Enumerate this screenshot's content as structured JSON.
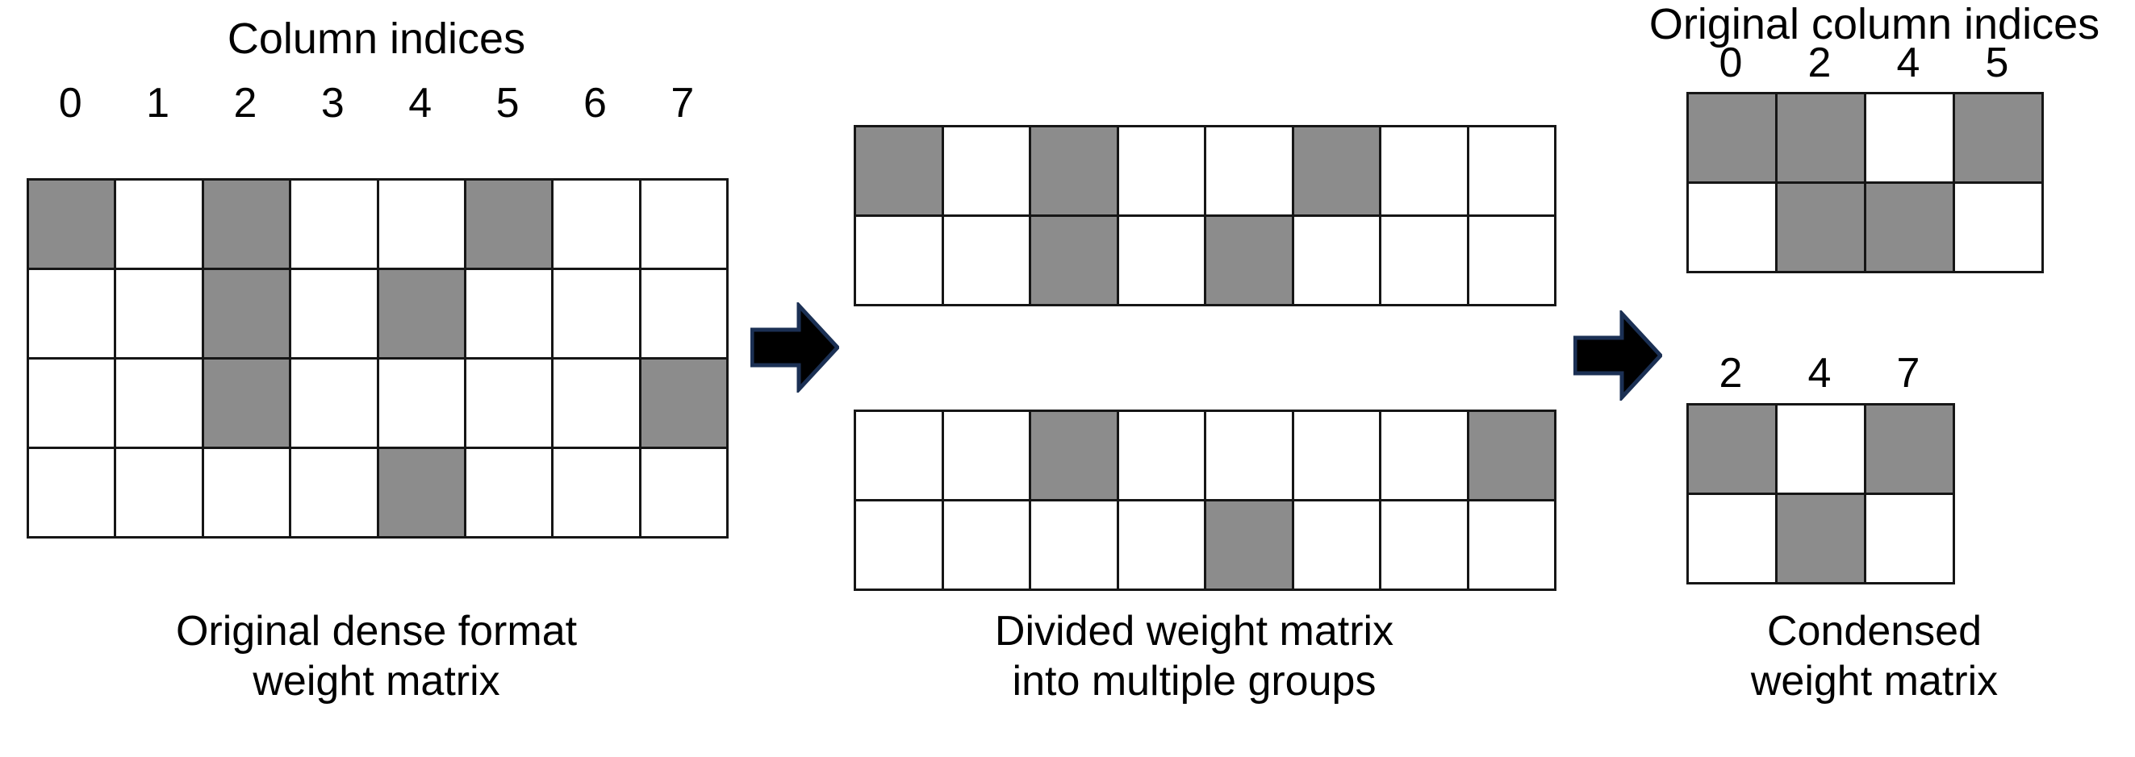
{
  "figure": {
    "background": "#ffffff",
    "shaded_color": "#8c8c8c",
    "empty_color": "#ffffff",
    "grid_line_color": "#161616",
    "arrow_fill": "#000000",
    "arrow_stroke": "#1b3054"
  },
  "left": {
    "title": "Column indices",
    "column_indices": [
      "0",
      "1",
      "2",
      "3",
      "4",
      "5",
      "6",
      "7"
    ],
    "caption_line1": "Original dense format",
    "caption_line2": "weight matrix",
    "matrix": {
      "rows": 4,
      "cols": 8,
      "shaded": [
        [
          1,
          0,
          1,
          0,
          0,
          1,
          0,
          0
        ],
        [
          0,
          0,
          1,
          0,
          1,
          0,
          0,
          0
        ],
        [
          0,
          0,
          1,
          0,
          0,
          0,
          0,
          1
        ],
        [
          0,
          0,
          0,
          0,
          1,
          0,
          0,
          0
        ]
      ]
    }
  },
  "middle": {
    "caption_line1": "Divided weight matrix",
    "caption_line2": "into multiple groups",
    "groups": [
      {
        "name": "group-1",
        "rows": 2,
        "cols": 8,
        "shaded": [
          [
            1,
            0,
            1,
            0,
            0,
            1,
            0,
            0
          ],
          [
            0,
            0,
            1,
            0,
            1,
            0,
            0,
            0
          ]
        ]
      },
      {
        "name": "group-2",
        "rows": 2,
        "cols": 8,
        "shaded": [
          [
            0,
            0,
            1,
            0,
            0,
            0,
            0,
            1
          ],
          [
            0,
            0,
            0,
            0,
            1,
            0,
            0,
            0
          ]
        ]
      }
    ]
  },
  "right": {
    "title": "Original column indices",
    "caption_line1": "Condensed",
    "caption_line2": "weight matrix",
    "matrices": [
      {
        "name": "condensed-group-1",
        "column_indices": [
          "0",
          "2",
          "4",
          "5"
        ],
        "rows": 2,
        "cols": 4,
        "shaded": [
          [
            1,
            1,
            0,
            1
          ],
          [
            0,
            1,
            1,
            0
          ]
        ]
      },
      {
        "name": "condensed-group-2",
        "column_indices": [
          "2",
          "4",
          "7"
        ],
        "rows": 2,
        "cols": 3,
        "shaded": [
          [
            1,
            0,
            1
          ],
          [
            0,
            1,
            0
          ]
        ]
      }
    ]
  },
  "arrows": [
    {
      "name": "arrow-dense-to-divided",
      "direction": "right"
    },
    {
      "name": "arrow-divided-to-condensed",
      "direction": "right"
    }
  ]
}
